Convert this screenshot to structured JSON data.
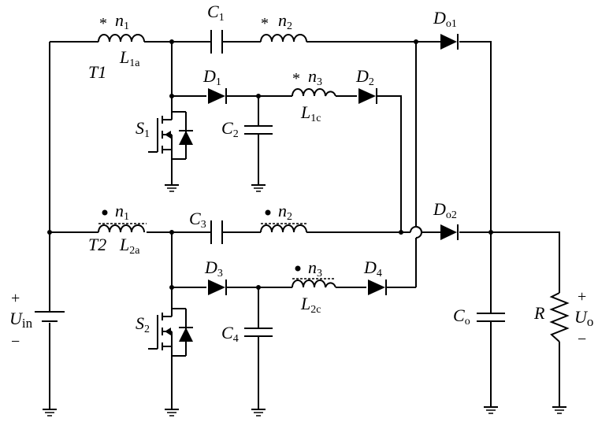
{
  "labels": {
    "t1": "T1",
    "t2": "T2",
    "c1": "C",
    "c1_sub": "1",
    "c2": "C",
    "c2_sub": "2",
    "c3": "C",
    "c3_sub": "3",
    "c4": "C",
    "c4_sub": "4",
    "co": "C",
    "co_sub": "o",
    "d1": "D",
    "d1_sub": "1",
    "d2": "D",
    "d2_sub": "2",
    "d3": "D",
    "d3_sub": "3",
    "d4": "D",
    "d4_sub": "4",
    "do1": "D",
    "do1_sub": "o1",
    "do2": "D",
    "do2_sub": "o2",
    "s1": "S",
    "s1_sub": "1",
    "s2": "S",
    "s2_sub": "2",
    "l1a": "L",
    "l1a_sub": "1a",
    "l1c": "L",
    "l1c_sub": "1c",
    "l2a": "L",
    "l2a_sub": "2a",
    "l2c": "L",
    "l2c_sub": "2c",
    "n1_top": "n",
    "n1_top_sub": "1",
    "n2_top": "n",
    "n2_top_sub": "2",
    "n3_top": "n",
    "n3_top_sub": "3",
    "n1_bot": "n",
    "n1_bot_sub": "1",
    "n2_bot": "n",
    "n2_bot_sub": "2",
    "n3_bot": "n",
    "n3_bot_sub": "3",
    "uin": "U",
    "uin_sub": "in",
    "uo": "U",
    "uo_sub": "o",
    "r": "R",
    "plus": "+",
    "minus": "−",
    "star": "*"
  }
}
